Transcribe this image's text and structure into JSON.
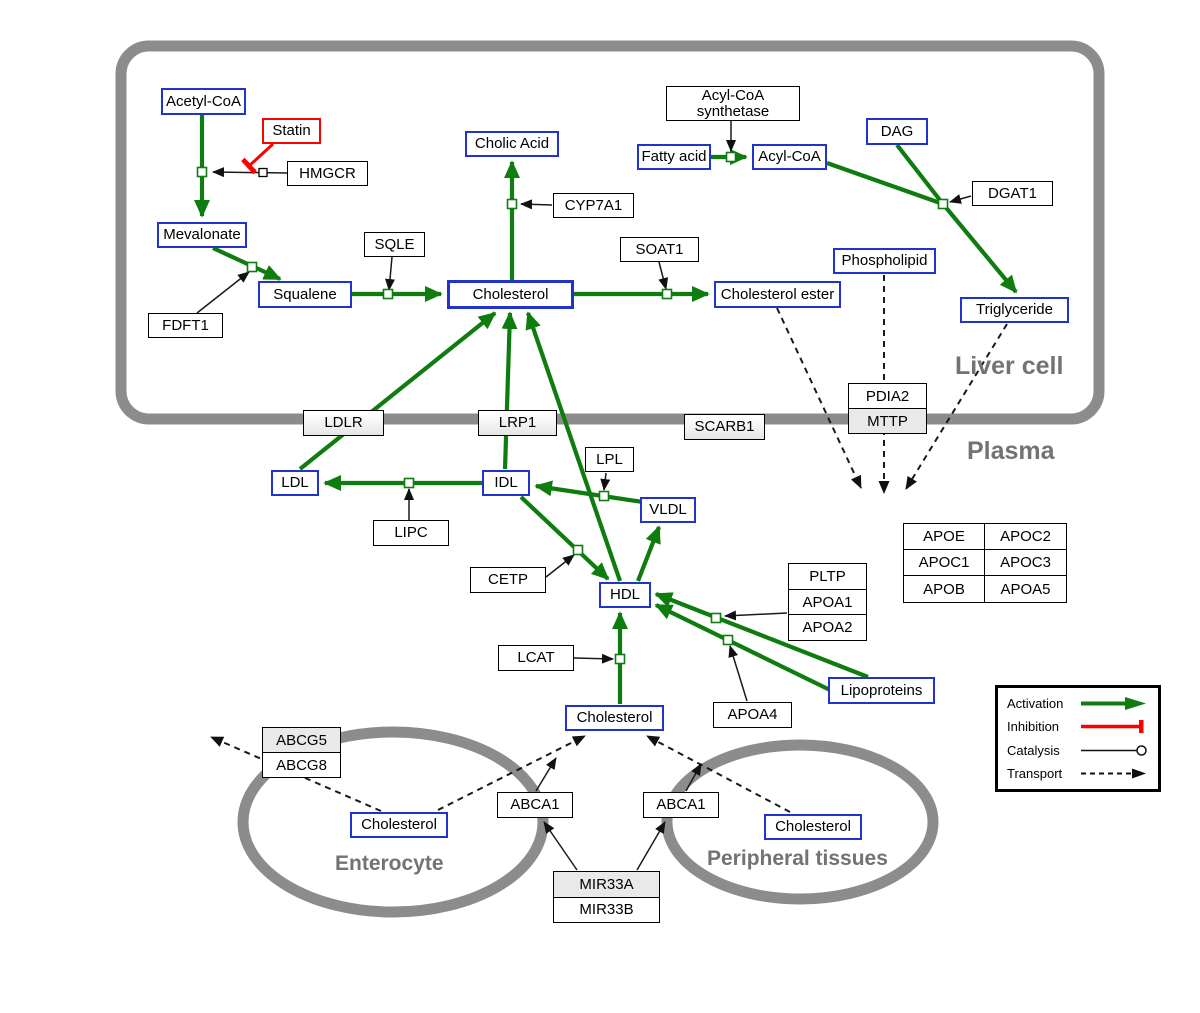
{
  "compartments": {
    "liver": "Liver cell",
    "plasma": "Plasma",
    "enterocyte": "Enterocyte",
    "peripheral": "Peripheral tissues"
  },
  "nodes": {
    "acetyl_coa": "Acetyl-CoA",
    "statin": "Statin",
    "hmgcr": "HMGCR",
    "mevalonate": "Mevalonate",
    "fdft1": "FDFT1",
    "squalene": "Squalene",
    "sqle": "SQLE",
    "cholesterol_liver": "Cholesterol",
    "cholic_acid": "Cholic Acid",
    "cyp7a1": "CYP7A1",
    "soat1": "SOAT1",
    "cholesterol_ester": "Cholesterol ester",
    "acyl_coa_synthetase_line1": "Acyl-CoA",
    "acyl_coa_synthetase_line2": "synthetase",
    "fatty_acid": "Fatty acid",
    "acyl_coa": "Acyl-CoA",
    "dag": "DAG",
    "dgat1": "DGAT1",
    "phospholipid": "Phospholipid",
    "triglyceride": "Triglyceride",
    "ldlr": "LDLR",
    "lrp1": "LRP1",
    "scarb1": "SCARB1",
    "pdia2": "PDIA2",
    "mttp": "MTTP",
    "ldl": "LDL",
    "idl": "IDL",
    "lpl": "LPL",
    "vldl": "VLDL",
    "lipc": "LIPC",
    "cetp": "CETP",
    "hdl": "HDL",
    "pltp": "PLTP",
    "apoa1": "APOA1",
    "apoa2": "APOA2",
    "apoe": "APOE",
    "apoc2": "APOC2",
    "apoc1": "APOC1",
    "apoc3": "APOC3",
    "apob": "APOB",
    "apoa5": "APOA5",
    "lcat": "LCAT",
    "apoa4": "APOA4",
    "lipoproteins": "Lipoproteins",
    "cholesterol_plasma": "Cholesterol",
    "abcg5": "ABCG5",
    "abcg8": "ABCG8",
    "cholesterol_enterocyte": "Cholesterol",
    "abca1_enterocyte": "ABCA1",
    "abca1_peripheral": "ABCA1",
    "cholesterol_peripheral": "Cholesterol",
    "mir33a": "MIR33A",
    "mir33b": "MIR33B"
  },
  "legend": {
    "activation": "Activation",
    "inhibition": "Inhibition",
    "catalysis": "Catalysis",
    "transport": "Transport"
  },
  "colors": {
    "activation_green": "#0e7c0e",
    "inhibition_red": "#ff0000",
    "metabolite_border_blue": "#2233cc",
    "protein_border_black": "#000000",
    "membrane_gray": "#8c8c8c",
    "compartment_label_gray": "#737373"
  }
}
